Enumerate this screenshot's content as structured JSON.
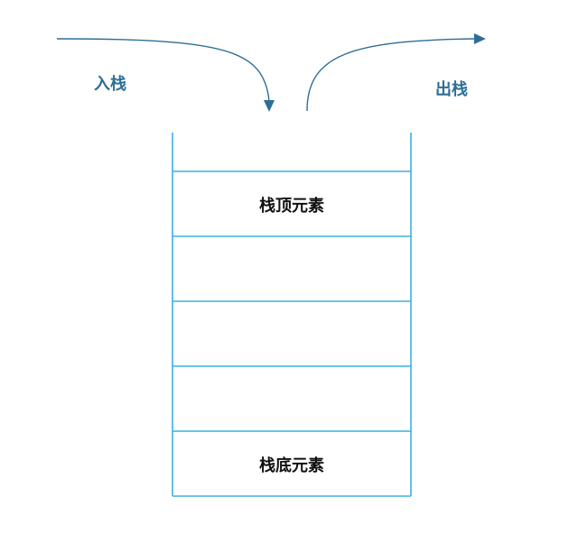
{
  "labels": {
    "push": "入栈",
    "pop": "出栈"
  },
  "stack": {
    "cells": [
      {
        "label": "栈顶元素"
      },
      {
        "label": ""
      },
      {
        "label": ""
      },
      {
        "label": ""
      },
      {
        "label": "栈底元素"
      }
    ]
  },
  "colors": {
    "stack_border": "#3bb0e0",
    "arrow": "#2e6e96",
    "arrow_label": "#2e6e96",
    "cell_text": "#111111"
  }
}
